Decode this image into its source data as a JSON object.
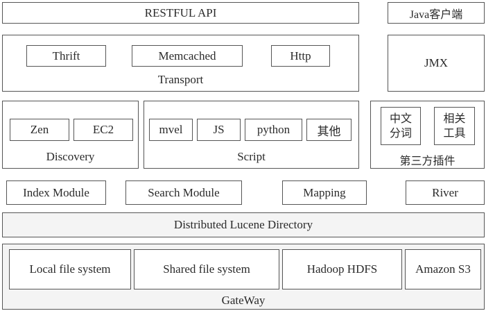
{
  "restful_api": "RESTFUL API",
  "java_client": "Java客户端",
  "transport": {
    "label": "Transport",
    "thrift": "Thrift",
    "memcached": "Memcached",
    "http": "Http"
  },
  "jmx": "JMX",
  "discovery": {
    "label": "Discovery",
    "zen": "Zen",
    "ec2": "EC2"
  },
  "script": {
    "label": "Script",
    "mvel": "mvel",
    "js": "JS",
    "python": "python",
    "other": "其他"
  },
  "plugins": {
    "label": "第三方插件",
    "tokenizer_line1": "中文",
    "tokenizer_line2": "分词",
    "tools_line1": "相关",
    "tools_line2": "工具"
  },
  "modules": {
    "index": "Index Module",
    "search": "Search Module",
    "mapping": "Mapping",
    "river": "River"
  },
  "distributed_lucene": "Distributed Lucene Directory",
  "gateway": {
    "label": "GateWay",
    "local": "Local file system",
    "shared": "Shared file system",
    "hadoop": "Hadoop HDFS",
    "s3": "Amazon S3"
  }
}
